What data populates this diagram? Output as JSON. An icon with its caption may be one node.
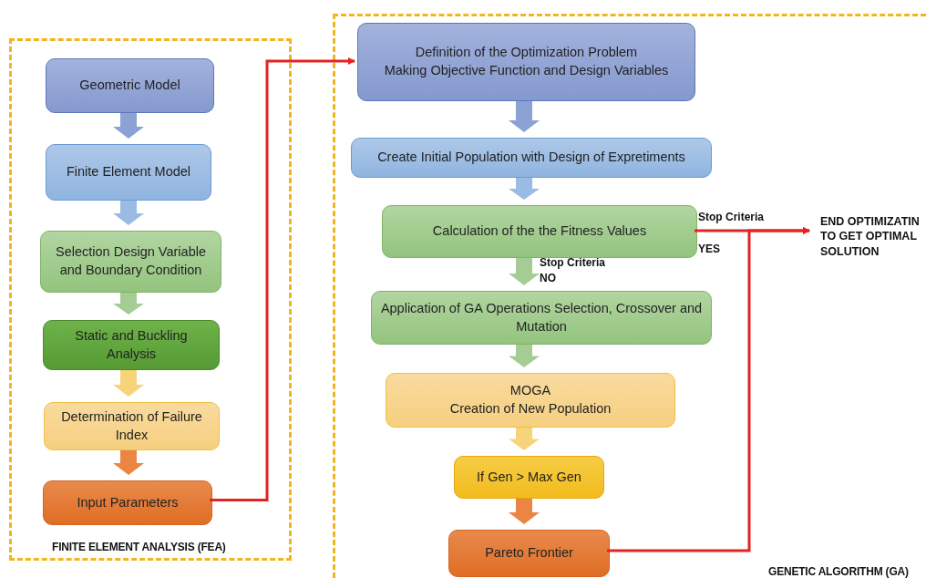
{
  "diagram": {
    "nodes": [
      {
        "text": [
          "FINITE ELEMENT ANALYSIS (FEA)"
        ]
      },
      {
        "text": [
          "Geometric Model"
        ],
        "in": 0
      },
      {
        "text": [
          "Finite Element Model"
        ],
        "in": 0
      },
      {
        "text": [
          "Selection Design Variable and Boundary Condition"
        ],
        "in": 0
      },
      {
        "text": [
          "Static and Buckling Analysis"
        ],
        "in": 0
      },
      {
        "text": [
          "Determination of Failure Index"
        ],
        "in": 0
      },
      {
        "text": [
          "Input Parameters"
        ],
        "in": 0
      },
      {
        "text": [
          "GENETIC ALGORITHM (GA)"
        ]
      },
      {
        "text": [
          "Definition of the Optimization Problem",
          "Making Objective Function and Design Variables"
        ],
        "in": 7
      },
      {
        "text": [
          "Create Initial Population with Design of Expretiments"
        ],
        "in": 7
      },
      {
        "text": [
          "Calculation of the the Fitness Values"
        ],
        "in": 7
      },
      {
        "text": [
          "Application of GA Operations Selection, Crossover and Mutation"
        ],
        "in": 7
      },
      {
        "text": [
          "MOGA",
          "Creation of New Population"
        ],
        "in": 7
      },
      {
        "text": [
          "If Gen > Max Gen"
        ],
        "in": 7
      },
      {
        "text": [
          "Pareto Frontier"
        ],
        "in": 7
      },
      {
        "text": [
          "END OPTIMIZATIN TO GET OPTIMAL SOLUTION"
        ],
        "in": 7
      }
    ],
    "edges": [
      {
        "from": 1,
        "to": 2,
        "arrow": "to",
        "style": "thick",
        "color": "#7f97cf"
      },
      {
        "from": 2,
        "to": 3,
        "arrow": "to",
        "style": "thick",
        "color": "#8fb4e0"
      },
      {
        "from": 3,
        "to": 4,
        "arrow": "to",
        "style": "thick",
        "color": "#9cc68a"
      },
      {
        "from": 4,
        "to": 5,
        "arrow": "to",
        "style": "thick",
        "color": "#f6cf6a"
      },
      {
        "from": 5,
        "to": 6,
        "arrow": "to",
        "style": "thick",
        "color": "#e8782f"
      },
      {
        "from": 6,
        "to": 8,
        "arrow": "to",
        "color": "#e52222"
      },
      {
        "from": 8,
        "to": 9,
        "arrow": "to",
        "style": "thick",
        "color": "#7f97cf"
      },
      {
        "from": 9,
        "to": 10,
        "arrow": "to",
        "style": "thick",
        "color": "#8fb4e0"
      },
      {
        "from": 10,
        "to": 11,
        "arrow": "to",
        "style": "thick",
        "color": "#9cc68a",
        "label": "Stop Criteria NO"
      },
      {
        "from": 11,
        "to": 12,
        "arrow": "to",
        "style": "thick",
        "color": "#9cc68a"
      },
      {
        "from": 12,
        "to": 13,
        "arrow": "to",
        "style": "thick",
        "color": "#f6cf6a"
      },
      {
        "from": 13,
        "to": 14,
        "arrow": "to",
        "style": "thick",
        "color": "#e8782f"
      },
      {
        "from": 10,
        "to": 15,
        "arrow": "to",
        "color": "#e52222",
        "label": "Stop Criteria"
      },
      {
        "from": 14,
        "to": 15,
        "arrow": "to",
        "color": "#e52222"
      }
    ],
    "labels": [
      "YES"
    ]
  }
}
